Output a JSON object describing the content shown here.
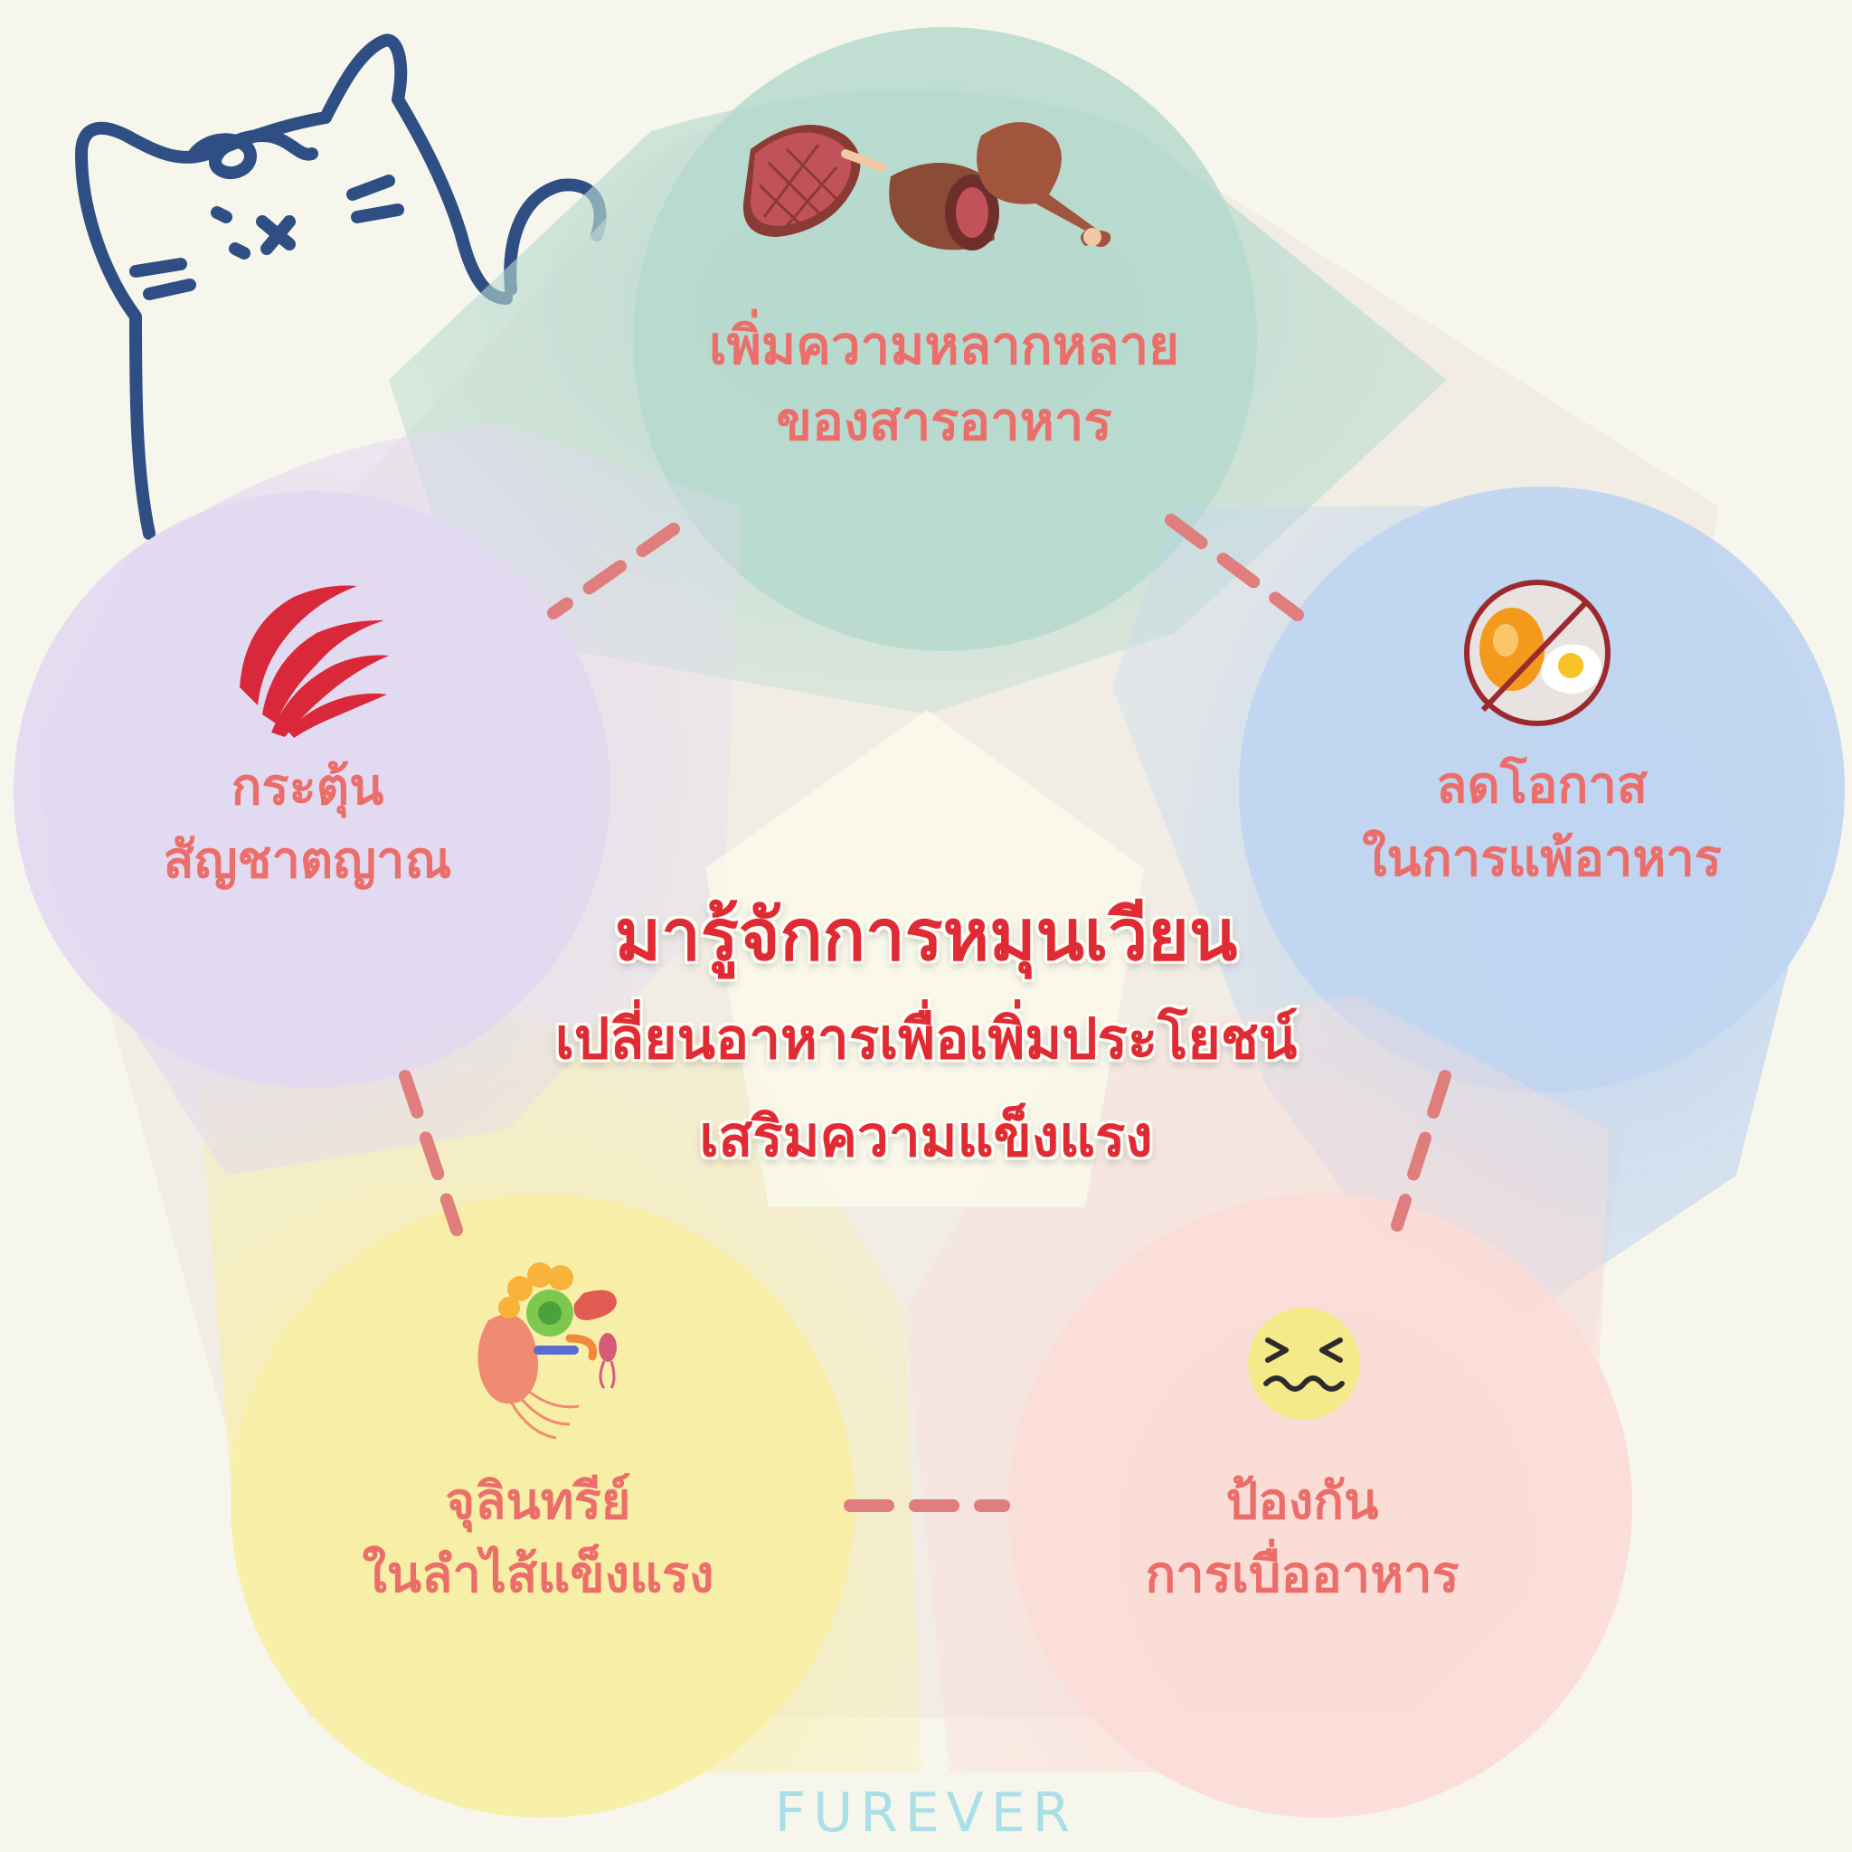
{
  "colors": {
    "background": "#f7f6ec",
    "label": "#ec6e6a",
    "title": "#e02a34",
    "connector": "#e07d7d",
    "brand": "#a9dfe6",
    "cat_outline": "#2f4f84",
    "green": "#b6d9ce",
    "blue": "#c0d5f0",
    "pink": "#fbdcd8",
    "yellow": "#f8eea6",
    "lavender": "#e1d9f1"
  },
  "title": {
    "line1": "มารู้จักการหมุนเวียน",
    "line2": "เปลี่ยนอาหารเพื่อเพิ่มประโยชน์",
    "line3": "เสริมความแข็งแรง"
  },
  "nodes": {
    "top": {
      "line1": "เพิ่มความหลากหลาย",
      "line2": "ของสารอาหาร",
      "icon": "meat-icon"
    },
    "right": {
      "line1": "ลดโอกาส",
      "line2": "ในการแพ้อาหาร",
      "icon": "no-egg-icon"
    },
    "bottom_right": {
      "line1": "ป้องกัน",
      "line2": "การเบื่ออาหาร",
      "icon": "nauseous-face-icon"
    },
    "bottom_left": {
      "line1": "จุลินทรีย์",
      "line2": "ในลำไส้แข็งแรง",
      "icon": "microbes-icon"
    },
    "left": {
      "line1": "กระตุ้น",
      "line2": "สัญชาตญาณ",
      "icon": "claw-marks-icon"
    }
  },
  "brand": {
    "name": "FUREVER"
  }
}
